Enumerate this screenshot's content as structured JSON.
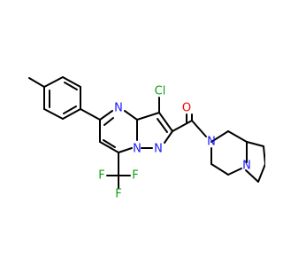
{
  "colors": {
    "background": "#ffffff",
    "bond": "#000000",
    "nitrogen": "#1a1aff",
    "oxygen": "#ff0000",
    "chlorine": "#10a010",
    "fluorine": "#10a010"
  },
  "atoms": {
    "cl": "Cl",
    "o": "O",
    "n_pyrimidine": "N",
    "n_pyrazole_1": "N",
    "n_pyrazole_2": "N",
    "n_amide": "N",
    "n_bridge": "N",
    "f_1": "F",
    "f_2": "F",
    "f_3": "F"
  }
}
